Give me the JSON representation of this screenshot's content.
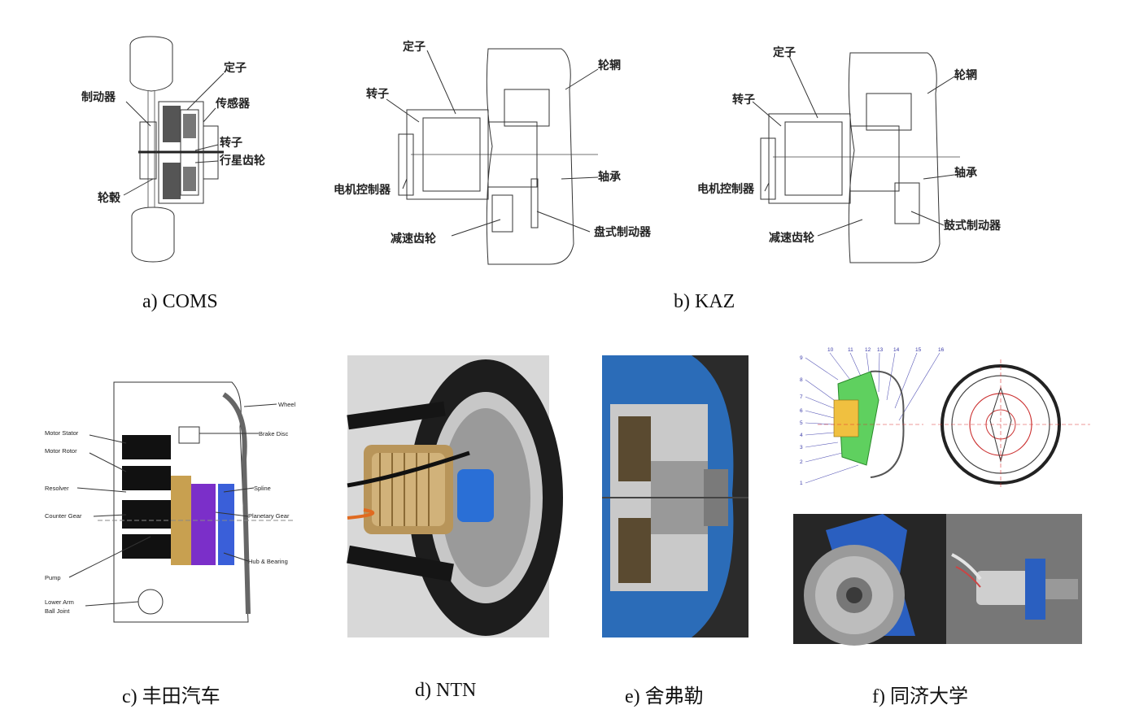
{
  "panels": {
    "a": {
      "caption": "a) COMS",
      "labels": [
        "定子",
        "制动器",
        "传感器",
        "转子",
        "行星齿轮",
        "轮毂"
      ]
    },
    "b": {
      "caption": "b) KAZ",
      "labels": [
        "定子",
        "转子",
        "轮辋",
        "电机控制器",
        "轴承",
        "减速齿轮",
        "盘式制动器"
      ]
    },
    "b2": {
      "labels": [
        "定子",
        "转子",
        "轮辋",
        "电机控制器",
        "轴承",
        "减速齿轮",
        "鼓式制动器"
      ]
    },
    "c": {
      "caption": "c) 丰田汽车",
      "labels": [
        "Wheel",
        "Motor Stator",
        "Brake Disc",
        "Motor Rotor",
        "Resolver",
        "Spline",
        "Counter Gear",
        "Planetary Gear",
        "Hub & Bearing",
        "Pump",
        "Lower Arm",
        "Ball Joint"
      ]
    },
    "d": {
      "caption": "d) NTN"
    },
    "e": {
      "caption": "e) 舍弗勒"
    },
    "f": {
      "caption": "f) 同济大学",
      "left_numbers": [
        "9",
        "8",
        "7",
        "6",
        "5",
        "4",
        "3",
        "2",
        "1"
      ],
      "top_numbers": [
        "10",
        "11",
        "12",
        "13",
        "14",
        "15",
        "16"
      ]
    }
  }
}
